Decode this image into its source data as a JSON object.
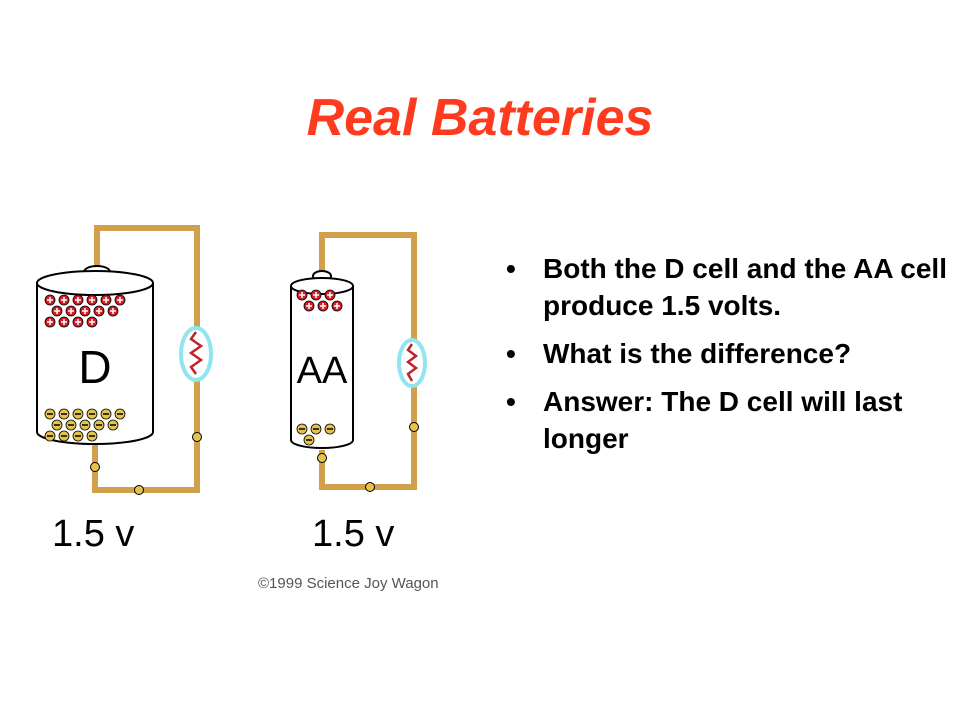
{
  "slide": {
    "title": "Real Batteries"
  },
  "diagram": {
    "cells": [
      {
        "id": "d",
        "label": "D",
        "voltage_label": "1.5 v",
        "positive_charges": 15,
        "negative_charges": 15
      },
      {
        "id": "aa",
        "label": "AA",
        "voltage_label": "1.5 v",
        "positive_charges": 6,
        "negative_charges": 4
      }
    ],
    "copyright": "©1999 Science Joy Wagon",
    "colors": {
      "wire": "#d2a04b",
      "positive_charge": "#d81e26",
      "negative_charge": "#e3c34a",
      "bulb_glow": "#8fe6f0",
      "filament": "#c0232b"
    }
  },
  "bullets": {
    "marker": "•",
    "items": [
      "Both the D cell and the AA cell produce 1.5 volts.",
      "What is the difference?",
      "Answer: The D cell will last longer"
    ]
  }
}
